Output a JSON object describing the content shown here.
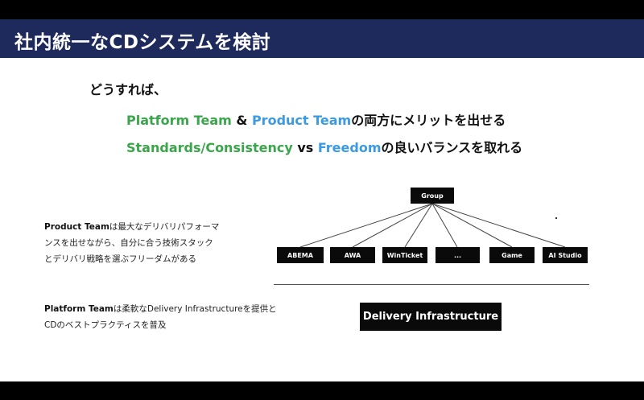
{
  "header": {
    "title": "社内統一なCDシステムを検討"
  },
  "intro": "どうすれば、",
  "goals": {
    "line1": {
      "a": "Platform Team",
      "sep": " & ",
      "b": "Product Team",
      "rest": "の両方にメリットを出せる"
    },
    "line2": {
      "a": "Standards/Consistency",
      "sep": " vs ",
      "b": "Freedom",
      "rest": "の良いバランスを取れる"
    }
  },
  "product_desc": {
    "bold": "Product Team",
    "line1_rest": "は最大なデリバリパフォーマ",
    "line2": "ンスを出せながら、自分に合う技術スタック",
    "line3": "とデリバリ戦略を選ぶフリーダムがある"
  },
  "platform_desc": {
    "bold": "Platform Team",
    "line1_rest": "は柔軟なDelivery Infrastructureを提供と",
    "line2": "CDのベストプラクティスを普及"
  },
  "diagram": {
    "root": "Group",
    "teams": [
      "ABEMA",
      "AWA",
      "WinTicket",
      "...",
      "Game",
      "AI Studio"
    ],
    "infrastructure": "Delivery Infrastructure"
  },
  "colors": {
    "header_bg": "#1f2a5c",
    "green": "#3aa54a",
    "blue": "#3b9ae1",
    "box": "#0a0a0a"
  }
}
